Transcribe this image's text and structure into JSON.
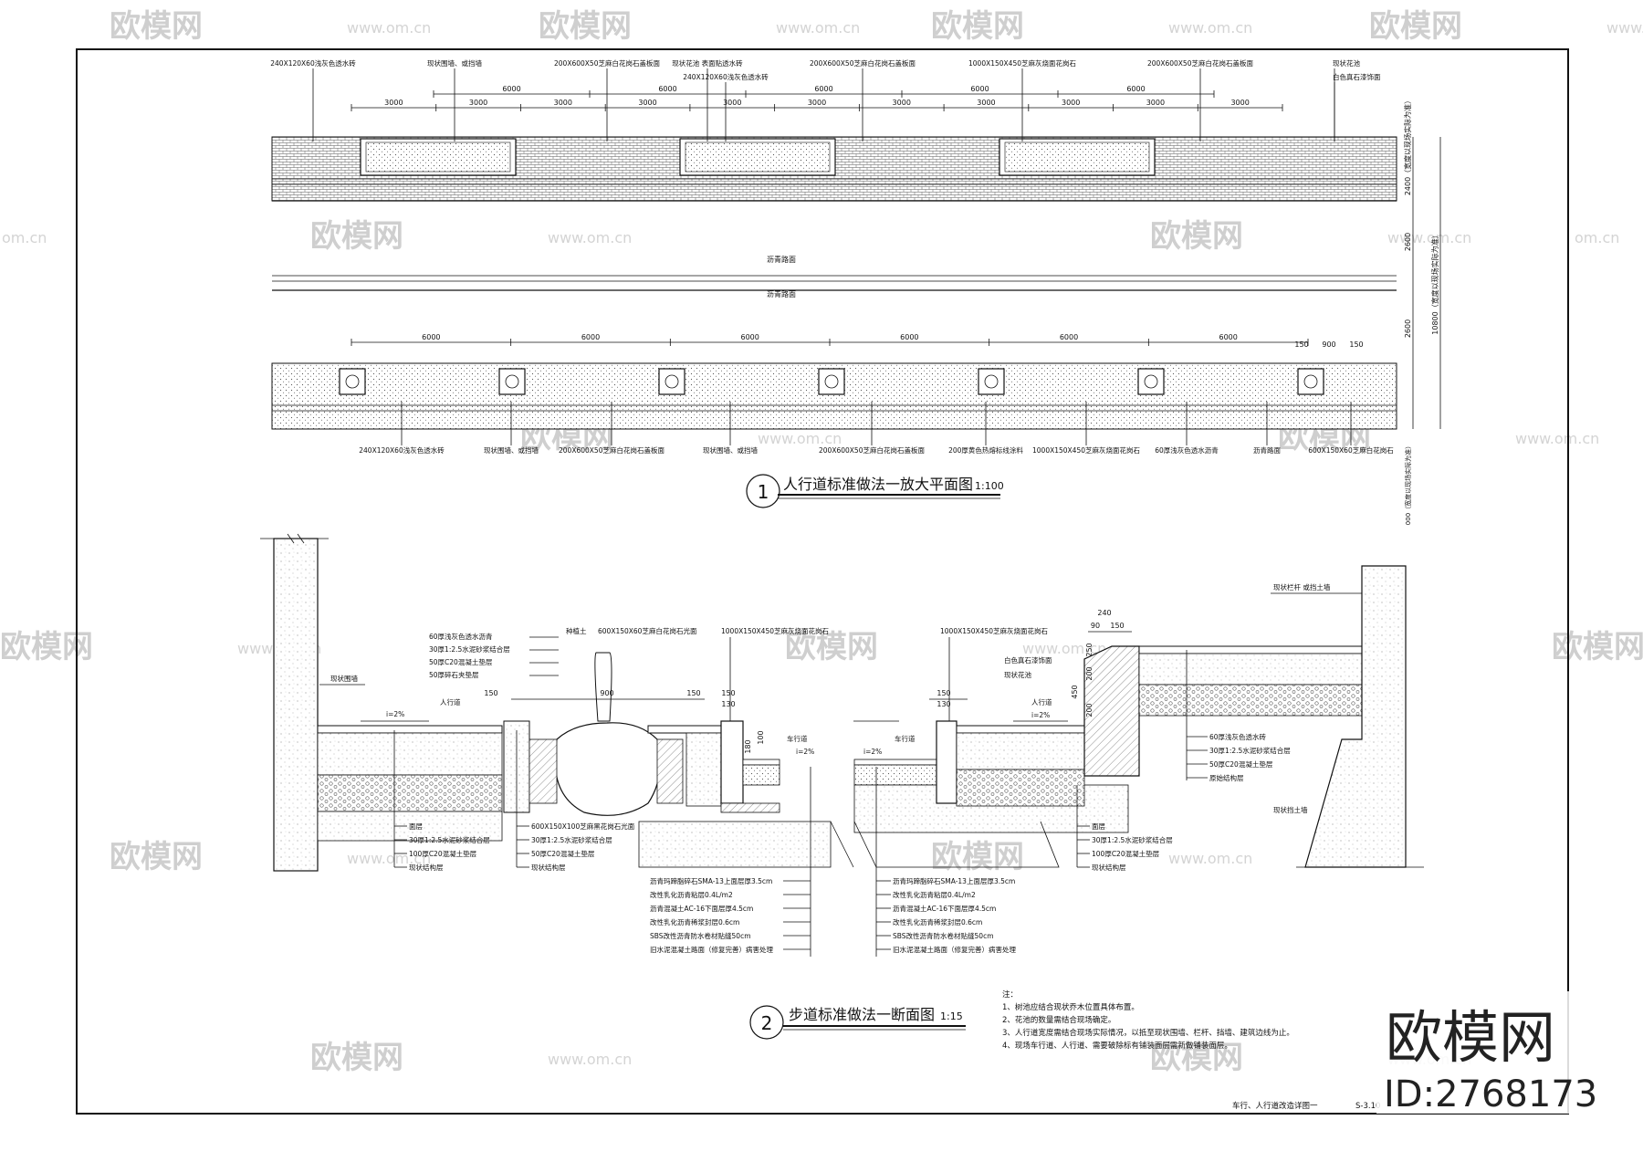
{
  "watermark": {
    "brand": "欧模网",
    "site": "www.om.cn",
    "site_short": "om.cn"
  },
  "brand_block": {
    "name": "欧模网",
    "id_label": "ID:2768173"
  },
  "plan": {
    "title": "人行道标准做法一放大平面图",
    "number": "1",
    "scale": "1:100",
    "top_labels": [
      "240X120X60浅灰色透水砖",
      "现状围墙、或挡墙",
      "200X600X50芝麻白花岗石盖板面",
      "现状花池 表面贴透水砖",
      "240X120X60浅灰色透水砖",
      "200X600X50芝麻白花岗石盖板面",
      "1000X150X450芝麻灰烧面花岗石",
      "200X600X50芝麻白花岗石盖板面",
      "现状花池",
      "白色真石漆饰面"
    ],
    "top_dims_a": [
      "3000",
      "3000",
      "3000",
      "3000",
      "3000",
      "3000",
      "3000",
      "3000",
      "3000",
      "3000",
      "3000"
    ],
    "top_dims_b": [
      "6000",
      "6000",
      "6000",
      "6000",
      "6000"
    ],
    "road_label_upper": "沥青路面",
    "road_label_lower": "沥青路面",
    "bottom_dims": [
      "6000",
      "6000",
      "6000",
      "6000",
      "6000",
      "6000"
    ],
    "small_dims": [
      "150",
      "900",
      "150"
    ],
    "right_dims": [
      "2400（宽度以现场实际为准）",
      "2600",
      "2600",
      "10800（宽度以现场实际为准）"
    ],
    "right_vertical": "000（宽度以现场实际为准）",
    "bottom_labels": [
      "240X120X60浅灰色透水砖",
      "现状围墙、或挡墙",
      "200X600X50芝麻白花岗石盖板面",
      "现状围墙、或挡墙",
      "200X600X50芝麻白花岗石盖板面",
      "200厚黄色热熔标线涂料",
      "1000X150X450芝麻灰烧面花岗石",
      "60厚浅灰色透水沥青",
      "沥青路面",
      "600X150X60芝麻白花岗石"
    ]
  },
  "section": {
    "title": "步道标准做法一断面图",
    "number": "2",
    "scale": "1:15",
    "left_wall": "现状围墙",
    "walkway": "人行道",
    "slope_left": "i=2%",
    "tree": "种植土",
    "layers_top_left": [
      "60厚浅灰色透水沥青",
      "30厚1:2.5水泥砂浆结合层",
      "50厚C20混凝土垫层",
      "50厚碎石夹垫层"
    ],
    "stone_labels": [
      "600X150X60芝麻白花岗石光面",
      "1000X150X450芝麻灰烧面花岗石",
      "1000X150X450芝麻灰烧面花岗石"
    ],
    "lower_left_layers": [
      "面层",
      "30厚1:2.5水泥砂浆结合层",
      "100厚C20混凝土垫层",
      "现状结构层"
    ],
    "lower_mid_layers": [
      "600X150X100芝麻黑花岗石光面",
      "30厚1:2.5水泥砂浆结合层",
      "50厚C20混凝土垫层",
      "现状结构层"
    ],
    "road_layers_left": [
      "沥青玛蹄脂碎石SMA-13上面层厚3.5cm",
      "改性乳化沥青粘层0.4L/m2",
      "沥青混凝土AC-16下面层厚4.5cm",
      "改性乳化沥青稀浆封层0.6cm",
      "SBS改性沥青防水卷材贴缝50cm",
      "旧水泥混凝土路面（修复完善）病害处理"
    ],
    "road_layers_right": [
      "沥青玛蹄脂碎石SMA-13上面层厚3.5cm",
      "改性乳化沥青粘层0.4L/m2",
      "沥青混凝土AC-16下面层厚4.5cm",
      "改性乳化沥青稀浆封层0.6cm",
      "SBS改性沥青防水卷材贴缝50cm",
      "旧水泥混凝土路面（修复完善）病害处理"
    ],
    "carriageway": "车行道",
    "slope_mid": "i=2%",
    "right_labels": [
      "白色真石漆饰面",
      "现状花池"
    ],
    "right_walkway": "人行道",
    "right_slope": "i=2%",
    "right_top": "现状栏杆 或挡土墙",
    "right_layers": [
      "60厚浅灰色透水砖",
      "30厚1:2.5水泥砂浆结合层",
      "50厚C20混凝土垫层",
      "原始结构层"
    ],
    "right_wall": "现状挡土墙",
    "lower_right_layers": [
      "面层",
      "30厚1:2.5水泥砂浆结合层",
      "100厚C20混凝土垫层",
      "现状结构层"
    ],
    "dims": [
      "900",
      "150",
      "150",
      "150",
      "130",
      "180",
      "100",
      "150",
      "130",
      "240",
      "90",
      "150",
      "200",
      "450",
      "250",
      "200"
    ]
  },
  "notes": {
    "heading": "注：",
    "items": [
      "1、树池应结合现状乔木位置具体布置。",
      "2、花池的数量需结合现场确定。",
      "3、人行道宽度需结合现场实际情况，以抵至现状围墙、栏杆、挡墙、建筑边线为止。",
      "4、现场车行道、人行道、需要破除标有铺装面层需新做铺装面层。"
    ]
  },
  "title_block": {
    "drawing_name": "车行、人行道改造详图一",
    "sheet_no": "S-3.10"
  }
}
